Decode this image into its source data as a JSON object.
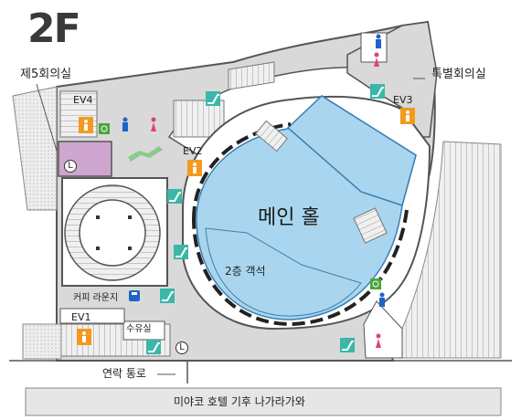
{
  "floor": {
    "label": "2F"
  },
  "rooms": {
    "room5": "제5회의실",
    "special": "특별회의실",
    "main_hall": "메인 홀",
    "seats": "2층 객석",
    "cafe": "커피 라운지",
    "storage": "수유실",
    "corridor": "연락 통로",
    "hotel": "미야코 호텔 기후 나가라가와"
  },
  "elevators": {
    "ev1": "EV1",
    "ev2": "EV2",
    "ev3": "EV3",
    "ev4": "EV4"
  },
  "symbols": {
    "locker": "L"
  },
  "colors": {
    "hall_fill": "#a9d6ee",
    "hall_border": "#3a7fb4",
    "meeting_fill": "#cfa6cf",
    "elevator": "#f39a1e",
    "escalator": "#3ab7a8",
    "toilet_male": "#1e64c8",
    "toilet_female": "#e0407a",
    "accessible": "#49a63b",
    "floor_gray": "#d9d9d9",
    "corridor_gray": "#e6e6e6"
  },
  "icons": [
    "elevator-icon",
    "escalator-icon",
    "toilet-male-icon",
    "toilet-female-icon",
    "accessible-icon",
    "locker-icon",
    "nursing-icon"
  ]
}
